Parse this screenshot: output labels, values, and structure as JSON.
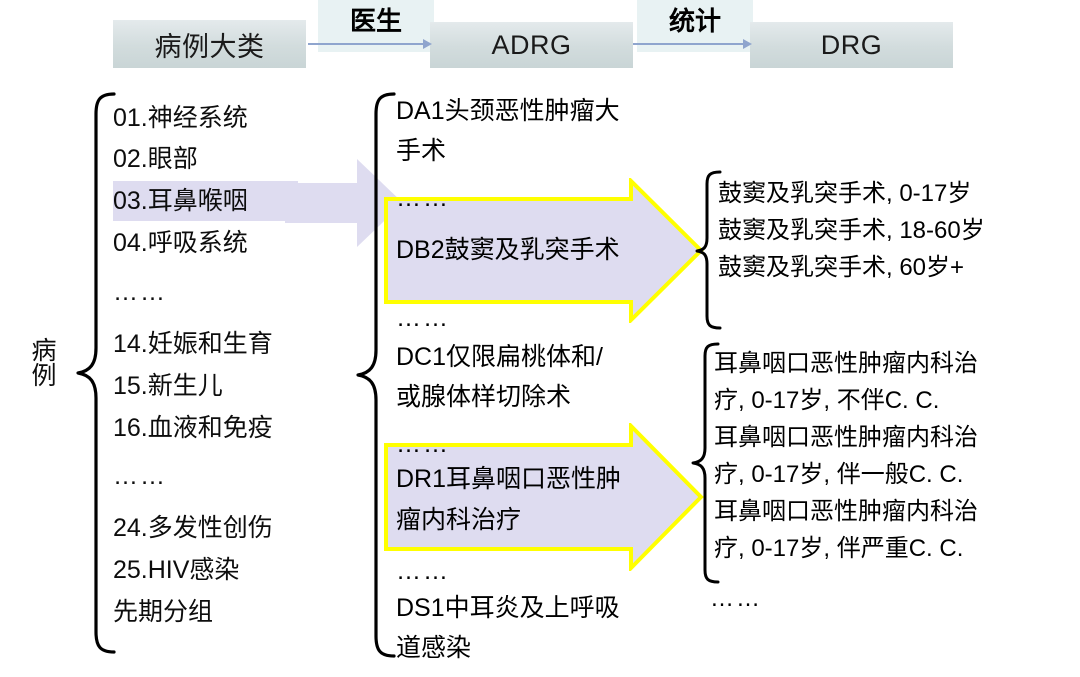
{
  "diagram": {
    "title_flow": {
      "boxes": [
        {
          "id": "box-case-major",
          "label": "病例大类"
        },
        {
          "id": "box-adrg",
          "label": "ADRG"
        },
        {
          "id": "box-drg",
          "label": "DRG"
        }
      ],
      "connector_labels": [
        {
          "id": "conn-doctor",
          "label": "医生"
        },
        {
          "id": "conn-statistics",
          "label": "统计"
        }
      ]
    },
    "left_column": {
      "group_label": "病例",
      "items": [
        {
          "text": "01.神经系统",
          "highlighted": false
        },
        {
          "text": "02.眼部",
          "highlighted": false
        },
        {
          "text": "03.耳鼻喉咽",
          "highlighted": true
        },
        {
          "text": "04.呼吸系统",
          "highlighted": false
        },
        {
          "text": "……",
          "highlighted": false
        },
        {
          "text": "14.妊娠和生育",
          "highlighted": false
        },
        {
          "text": "15.新生儿",
          "highlighted": false
        },
        {
          "text": "16.血液和免疫",
          "highlighted": false
        },
        {
          "text": "……",
          "highlighted": false
        },
        {
          "text": "24.多发性创伤",
          "highlighted": false
        },
        {
          "text": "25.HIV感染",
          "highlighted": false
        },
        {
          "text": "先期分组",
          "highlighted": false
        }
      ]
    },
    "middle_column": {
      "items": [
        {
          "text": "DA1头颈恶性肿瘤大",
          "highlighted": false
        },
        {
          "text": "手术",
          "highlighted": false
        },
        {
          "text": "……",
          "highlighted": false
        },
        {
          "text": "DB2鼓窦及乳突手术",
          "highlighted": true
        },
        {
          "text": "……",
          "highlighted": false
        },
        {
          "text": "DC1仅限扁桃体和/",
          "highlighted": false
        },
        {
          "text": "或腺体样切除术",
          "highlighted": false
        },
        {
          "text": "……",
          "highlighted": false
        },
        {
          "text": "DR1耳鼻咽口恶性肿",
          "highlighted": true
        },
        {
          "text": "瘤内科治疗",
          "highlighted": true
        },
        {
          "text": "……",
          "highlighted": false
        },
        {
          "text": "DS1中耳炎及上呼吸",
          "highlighted": false
        },
        {
          "text": "道感染",
          "highlighted": false
        }
      ]
    },
    "right_column": {
      "group_db2": [
        "鼓窦及乳突手术, 0-17岁",
        "鼓窦及乳突手术, 18-60岁",
        "鼓窦及乳突手术, 60岁+"
      ],
      "group_dr1": [
        "耳鼻咽口恶性肿瘤内科治",
        "疗, 0-17岁, 不伴C. C.",
        "耳鼻咽口恶性肿瘤内科治",
        "疗, 0-17岁, 伴一般C. C.",
        " 耳鼻咽口恶性肿瘤内科治",
        "疗, 0-17岁, 伴严重C. C."
      ],
      "trailing_ellipsis": "……"
    },
    "colors": {
      "header_box_fill": "#d2dcdd",
      "header_label_fill": "#e8f2f3",
      "connector_line": "#8fa5ce",
      "arrow_fill": "#dedcf0",
      "arrow_outline": "#ffff00",
      "highlight_band": "#dedcf0",
      "text": "#0d0d0d"
    }
  }
}
